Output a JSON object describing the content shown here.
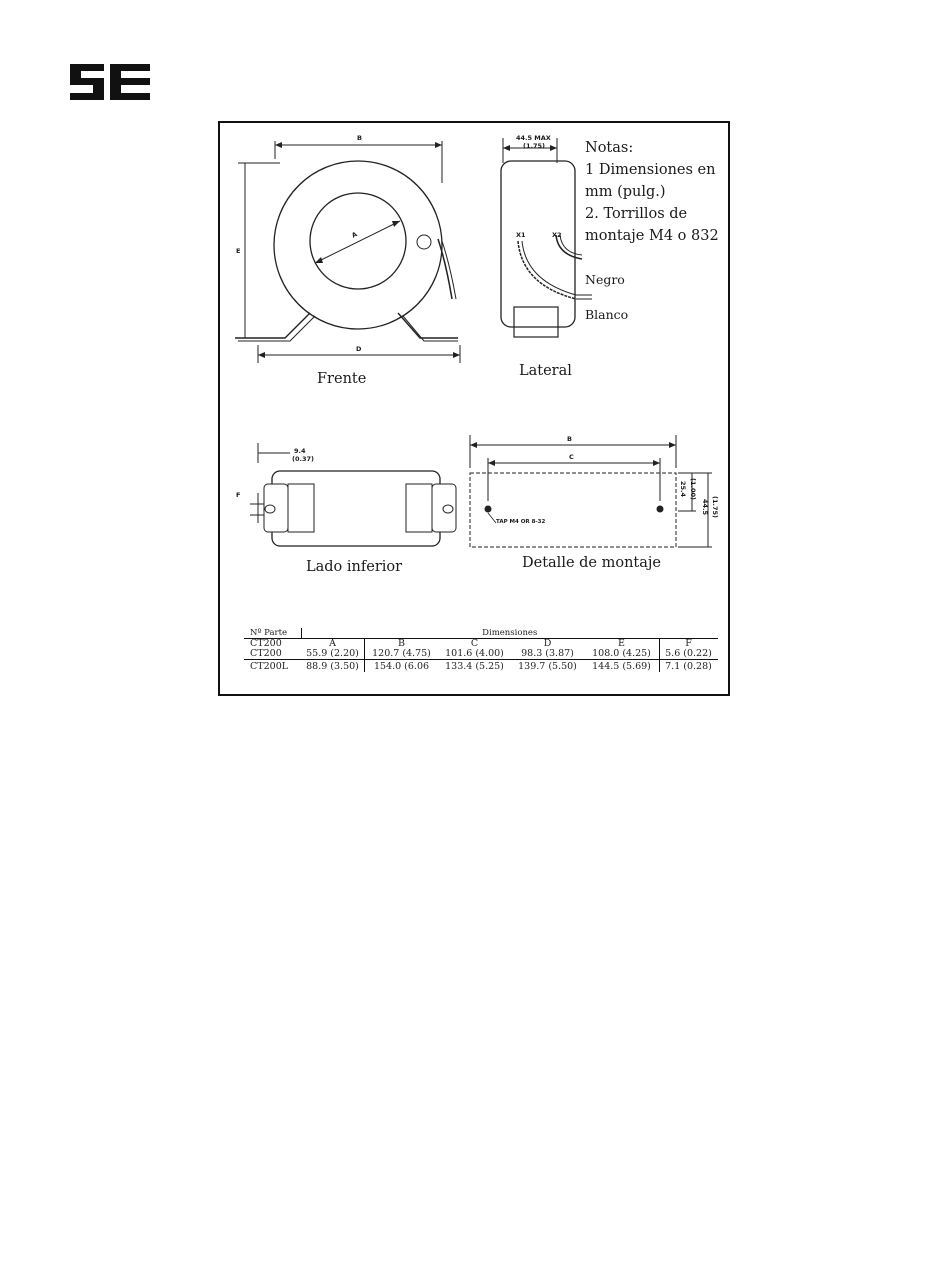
{
  "notes": {
    "title": "Notas:",
    "line1": "1 Dimensiones en",
    "line2": "mm (pulg.)",
    "line3": "2. Torrillos de",
    "line4": "montaje M4 o 832"
  },
  "views": {
    "front": "Frente",
    "side": "Lateral",
    "bottom": "Lado inferior",
    "mounting": "Detalle de montaje"
  },
  "wires": {
    "black": "Negro",
    "white": "Blanco",
    "x1": "X1",
    "x2": "X2"
  },
  "dims": {
    "side_top": "44.5 MAX",
    "side_top_in": "(1.75)",
    "bottom_offset": "9.4",
    "bottom_offset_in": "(0.37)",
    "mount_tap": "TAP M4 OR 8-32",
    "mount_height": "25.4",
    "mount_height_in": "(1.00)",
    "mount_total": "44.5",
    "mount_total_in": "(1.75)",
    "letter_a": "A",
    "letter_b": "B",
    "letter_c": "C",
    "letter_d": "D",
    "letter_e": "E",
    "letter_f": "F"
  },
  "table": {
    "part_header": "Nº Parte",
    "dims_header": "Dimensiones",
    "columns": [
      "A",
      "B",
      "C",
      "D",
      "E",
      "F"
    ],
    "rows": [
      {
        "part": "CT200",
        "cells": [
          "55.9 (2.20)",
          "120.7 (4.75)",
          "101.6 (4.00)",
          "98.3 (3.87)",
          "108.0 (4.25)",
          "5.6 (0.22)"
        ]
      },
      {
        "part": "CT200L",
        "cells": [
          "88.9 (3.50)",
          "154.0 (6.06",
          "133.4 (5.25)",
          "139.7 (5.50)",
          "144.5 (5.69)",
          "7.1 (0.28)"
        ]
      }
    ],
    "subheader_part": "CT200"
  }
}
